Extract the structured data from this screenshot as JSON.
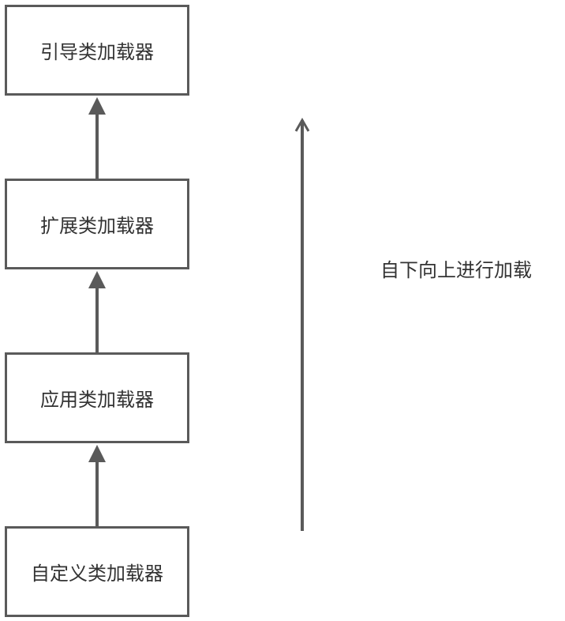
{
  "boxes": {
    "bootstrap": "引导类加载器",
    "extension": "扩展类加载器",
    "application": "应用类加载器",
    "custom": "自定义类加载器"
  },
  "side_label": "自下向上进行加载",
  "colors": {
    "stroke": "#5a5a5a",
    "text": "#333333",
    "background": "#ffffff"
  }
}
